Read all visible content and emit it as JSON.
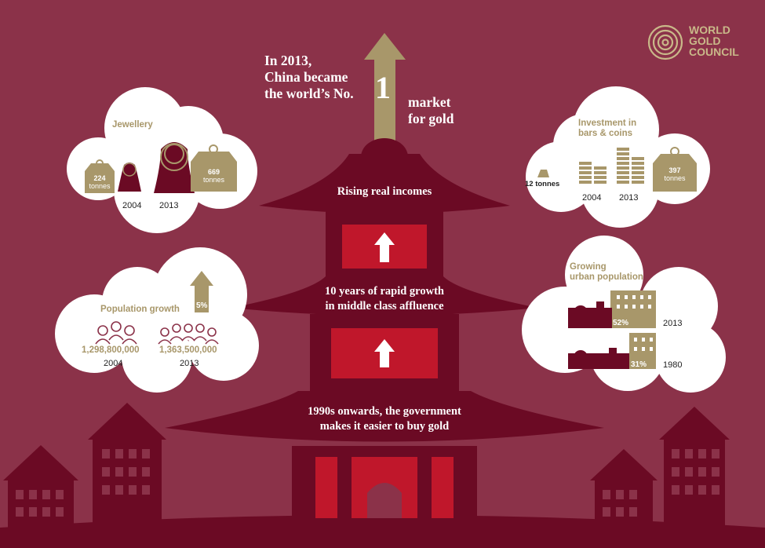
{
  "logo": {
    "line1": "WORLD",
    "line2": "GOLD",
    "line3": "COUNCIL"
  },
  "headline": {
    "line1": "In 2013,",
    "line2": "China became",
    "line3": "the world’s No.",
    "rank": "1",
    "line4": "market",
    "line5": "for gold"
  },
  "pagoda": {
    "tier1": "Rising real incomes",
    "tier2_line1": "10 years of rapid growth",
    "tier2_line2": "in middle class affluence",
    "tier3_line1": "1990s onwards, the government",
    "tier3_line2": "makes it easier to buy gold"
  },
  "jewellery": {
    "title": "Jewellery",
    "left_value": "224",
    "left_unit": "tonnes",
    "right_value": "669",
    "right_unit": "tonnes",
    "year_left": "2004",
    "year_right": "2013"
  },
  "investment": {
    "title_line1": "Investment in",
    "title_line2": "bars & coins",
    "left_value": "12 tonnes",
    "right_value": "397",
    "right_unit": "tonnes",
    "year_left": "2004",
    "year_right": "2013"
  },
  "population": {
    "title": "Population growth",
    "growth": "5%",
    "value_left": "1,298,800,000",
    "value_right": "1,363,500,000",
    "year_left": "2004",
    "year_right": "2013"
  },
  "urban": {
    "title_line1": "Growing",
    "title_line2": "urban population",
    "pct_2013": "52%",
    "year_2013": "2013",
    "pct_1980": "31%",
    "year_1980": "1980"
  },
  "colors": {
    "background": "#8b3249",
    "dark": "#6b0a24",
    "gold": "#a8976a",
    "red": "#c0172b",
    "cloud": "#ffffff"
  }
}
